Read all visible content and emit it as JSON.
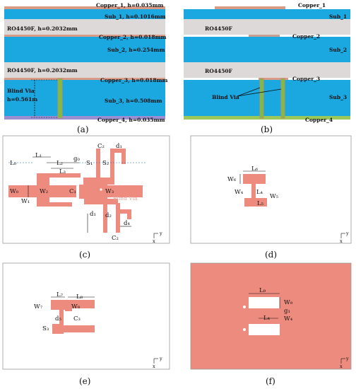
{
  "colors": {
    "copper": "#d99a86",
    "substrate": "#1ba7e0",
    "prepreg": "#ded9d9",
    "via": "#7bbf3a",
    "via_edge": "#c48a72",
    "pattern": "#ee8b7f",
    "panel_border": "#9a9a9a",
    "dim_line": "#1f6fb5"
  },
  "panel_a": {
    "caption": "(a)",
    "copper1": "Copper_1, h=0.035mm",
    "sub1": "Sub_1, h=0.1016mm",
    "ro1": "RO4450F, h=0.2032mm",
    "copper2": "Copper_2, h=0.018mm",
    "sub2": "Sub_2, h=0.254mm",
    "ro2": "RO4450F, h=0.2032mm",
    "copper3": "Copper_3, h=0.018mm",
    "blind_via": "Blind Via",
    "via_h": "h=0.561m",
    "sub3": "Sub_3, h=0.508mm",
    "copper4": "Copper_4, h=0.035mm"
  },
  "panel_b": {
    "caption": "(b)",
    "copper1": "Copper_1",
    "sub1": "Sub_1",
    "ro1": "RO4450F",
    "copper2": "Copper_2",
    "sub2": "Sub_2",
    "ro2": "RO4450F",
    "copper3": "Copper_3",
    "blind_via": "Blind Via",
    "sub3": "Sub_3",
    "copper4": "Copper_4"
  },
  "panel_c": {
    "caption": "(c)",
    "L0": "L₀",
    "L1": "L₁",
    "L2": "L₂",
    "L3": "L₃",
    "g0": "g₀",
    "S1": "S₁",
    "S2": "S₂",
    "C2a": "C₂",
    "C2b": "C₂",
    "C1": "C₁",
    "d1a": "d₁",
    "d1b": "d₁",
    "d2": "d₂",
    "d4": "d₄",
    "W0": "W₀",
    "W1": "W₁",
    "W2": "W₂",
    "W3": "W₃",
    "blind_via": "Blind Via",
    "axis_y": "y",
    "axis_x": "x"
  },
  "panel_d": {
    "caption": "(d)",
    "L6": "L₆",
    "W6": "W₆",
    "W4": "W₄",
    "L4": "L₄",
    "W5": "W₅",
    "L5": "L₅",
    "axis_y": "y",
    "axis_x": "x"
  },
  "panel_e": {
    "caption": "(e)",
    "L7": "L₇",
    "L8": "L₈",
    "W7": "W₇",
    "W8": "W₈",
    "C3": "C₃",
    "d5": "d₅",
    "S3": "S₃",
    "axis_y": "y",
    "axis_x": "x"
  },
  "panel_f": {
    "caption": "(f)",
    "L9": "L₉",
    "W9": "W₉",
    "g1": "g₁",
    "L4": "L₄",
    "W4": "W₄",
    "axis_y": "y",
    "axis_x": "x"
  }
}
